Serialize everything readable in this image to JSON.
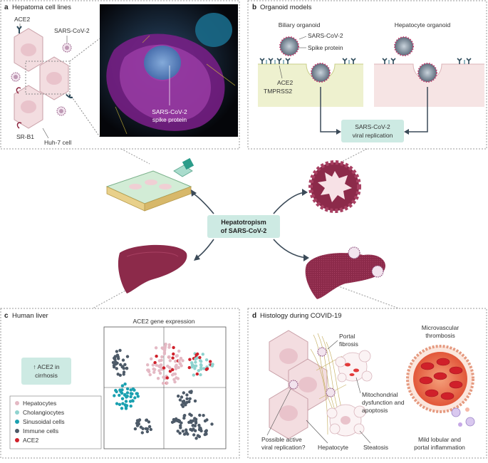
{
  "panel_a": {
    "letter": "a",
    "title": "Hepatoma cell lines",
    "labels": {
      "ace2": "ACE2",
      "sars_cov2": "SARS-CoV-2",
      "srb1": "SR-B1",
      "huh7": "Huh-7 cell",
      "micro_line1": "SARS-CoV-2",
      "micro_line2": "spike protein"
    }
  },
  "panel_b": {
    "letter": "b",
    "title": "Organoid models",
    "biliary": "Biliary organoid",
    "hepatocyte": "Hepatocyte organoid",
    "sars_cov2": "SARS-CoV-2",
    "spike": "Spike protein",
    "ace2": "ACE2",
    "tmprss2": "TMPRSS2",
    "replication_line1": "SARS-CoV-2",
    "replication_line2": "viral replication"
  },
  "center": {
    "line1": "Hepatotropism",
    "line2": "of SARS-CoV-2"
  },
  "panel_c": {
    "letter": "c",
    "title": "Human liver",
    "cirrhosis_line1": "↑ ACE2 in",
    "cirrhosis_line2": "cirrhosis",
    "plot_title": "ACE2 gene expression",
    "legend": [
      {
        "label": "Hepatocytes",
        "color": "#e4b9c4"
      },
      {
        "label": "Cholangiocytes",
        "color": "#8fd3cf"
      },
      {
        "label": "Sinusoidal cells",
        "color": "#1aa0b0"
      },
      {
        "label": "Immune cells",
        "color": "#4d5a68"
      },
      {
        "label": "ACE2",
        "color": "#d0202a"
      }
    ]
  },
  "panel_d": {
    "letter": "d",
    "title": "Histology during COVID-19",
    "portal_line1": "Portal",
    "portal_line2": "fibrosis",
    "micro_line1": "Microvascular",
    "micro_line2": "thrombosis",
    "mito_line1": "Mitochondrial",
    "mito_line2": "dysfunction and",
    "mito_line3": "apoptosis",
    "possible_line1": "Possible active",
    "possible_line2": "viral replication?",
    "hepatocyte": "Hepatocyte",
    "steatosis": "Steatosis",
    "mild_line1": "Mild lobular and",
    "mild_line2": "portal inflammation"
  },
  "colors": {
    "liver": "#8c2a4a",
    "cell_fill": "#f3dde0",
    "cell_stroke": "#c9a0a8",
    "teal_box": "#cdeae3",
    "border": "#9a9a9a"
  }
}
